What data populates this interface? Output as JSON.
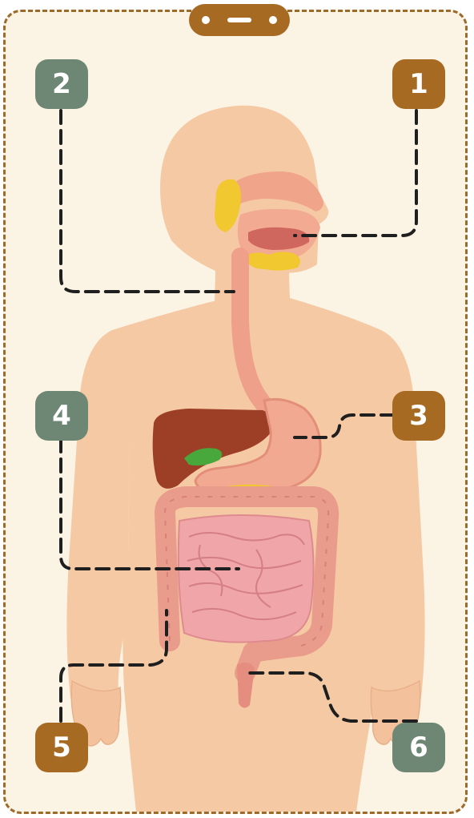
{
  "colors": {
    "frame_border": "#9c6b2c",
    "frame_fill": "#fbf3e4",
    "badge_brown": "#a76a22",
    "badge_green": "#6e8774",
    "skin": "#f5c9a4",
    "organ_pink": "#eea4a1",
    "liver": "#9d3e26",
    "gland_yellow": "#f2c831",
    "gallbladder_green": "#48a83c",
    "leader_line": "#1f1f1f"
  },
  "labels": [
    {
      "id": "1",
      "text": "1",
      "color": "brown",
      "points_to": "mouth"
    },
    {
      "id": "2",
      "text": "2",
      "color": "green",
      "points_to": "esophagus"
    },
    {
      "id": "3",
      "text": "3",
      "color": "brown",
      "points_to": "stomach"
    },
    {
      "id": "4",
      "text": "4",
      "color": "green",
      "points_to": "small-intestine"
    },
    {
      "id": "5",
      "text": "5",
      "color": "brown",
      "points_to": "large-intestine"
    },
    {
      "id": "6",
      "text": "6",
      "color": "green",
      "points_to": "rectum"
    }
  ]
}
